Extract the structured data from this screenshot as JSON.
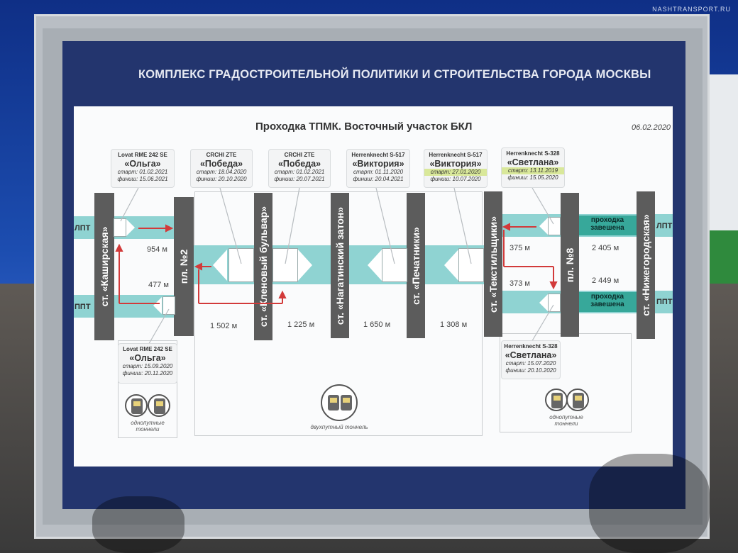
{
  "watermark": "NASHTRANSPORT.RU",
  "board_title": "КОМПЛЕКС ГРАДОСТРОИТЕЛЬНОЙ ПОЛИТИКИ И СТРОИТЕЛЬСТВА ГОРОДА МОСКВЫ",
  "panel_title": "Проходка ТПМК. Восточный участок БКЛ",
  "date": "06.02.2020",
  "tunnel_labels": {
    "left_upper": "ЛПТ",
    "left_lower": "ППТ",
    "right_upper": "ЛПТ",
    "right_lower": "ППТ"
  },
  "stations": [
    "ст. «Каширская»",
    "пл. №2",
    "ст. «Кленовый бульвар»",
    "ст. «Нагатинский затон»",
    "ст. «Печатники»",
    "ст. «Текстильщики»",
    "пл. №8",
    "ст. «Нижегородская»"
  ],
  "distances": {
    "d954": "954 м",
    "d477": "477 м",
    "d1502": "1 502 м",
    "d1225": "1 225 м",
    "d1650": "1 650 м",
    "d1308": "1 308 м",
    "d375": "375 м",
    "d373": "373 м",
    "d2405": "2 405 м",
    "d2449": "2 449 м"
  },
  "zavesh": [
    "проходка завешена",
    "проходка завешена"
  ],
  "machines": [
    {
      "model": "Lovat RME 242 SE",
      "name": "«Ольга»",
      "start": "старт: 01.02.2021",
      "finish": "финиш: 15.06.2021"
    },
    {
      "model": "CRCHI ZTE",
      "name": "«Победа»",
      "start": "старт: 18.04.2020",
      "finish": "финиш: 20.10.2020"
    },
    {
      "model": "CRCHI ZTE",
      "name": "«Победа»",
      "start": "старт: 01.02.2021",
      "finish": "финиш: 20.07.2021"
    },
    {
      "model": "Herrenknecht S-517",
      "name": "«Виктория»",
      "start": "старт: 01.11.2020",
      "finish": "финиш: 20.04.2021"
    },
    {
      "model": "Herrenknecht S-517",
      "name": "«Виктория»",
      "start": "старт: 27.01.2020",
      "finish": "финиш: 10.07.2020"
    },
    {
      "model": "Herrenknecht S-328",
      "name": "«Светлана»",
      "start": "старт: 13.11.2019",
      "finish": "финиш: 15.05.2020"
    },
    {
      "model": "Lovat RME 242 SE",
      "name": "«Ольга»",
      "start": "старт: 15.09.2020",
      "finish": "финиш: 20.11.2020"
    },
    {
      "model": "Herrenknecht S-328",
      "name": "«Светлана»",
      "start": "старт: 15.07.2020",
      "finish": "финиш: 20.10.2020"
    }
  ],
  "captions": {
    "single_left": "однопутные тоннели",
    "double": "двухпутный тоннель",
    "single_right": "однопутные тоннели"
  },
  "colors": {
    "board": "#23356e",
    "tube": "#8fd3d2",
    "station": "#5c5c5c",
    "arrow": "#d23a3a",
    "zav": "#37a89a"
  }
}
